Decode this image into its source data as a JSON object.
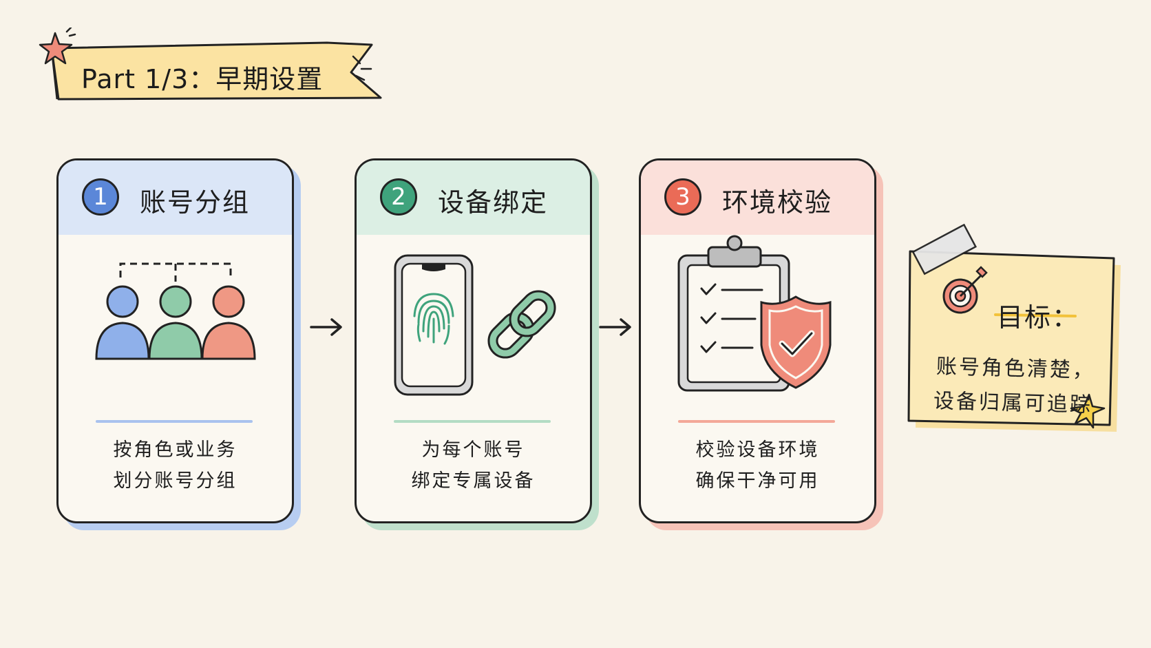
{
  "banner": {
    "title": "Part 1/3：早期设置"
  },
  "steps": [
    {
      "number": "1",
      "title": "账号分组",
      "desc_line1": "按角色或业务",
      "desc_line2": "划分账号分组",
      "illustration": "people-group-icon",
      "color": "#5b87d8",
      "head_color": "#dbe6f7",
      "shadow_color": "#b7cdf1"
    },
    {
      "number": "2",
      "title": "设备绑定",
      "desc_line1": "为每个账号",
      "desc_line2": "绑定专属设备",
      "illustration": "phone-fingerprint-link-icon",
      "color": "#3fa37c",
      "head_color": "#dcefe4",
      "shadow_color": "#bfe0cc"
    },
    {
      "number": "3",
      "title": "环境校验",
      "desc_line1": "校验设备环境",
      "desc_line2": "确保干净可用",
      "illustration": "clipboard-shield-icon",
      "color": "#ea6b57",
      "head_color": "#fbe0da",
      "shadow_color": "#f6c3b8"
    }
  ],
  "goal": {
    "title": "目标：",
    "line1": "账号角色清楚，",
    "line2": "设备归属可追踪",
    "icon": "target-arrow-icon",
    "note_color": "#fbeab8"
  },
  "colors": {
    "background": "#f8f3e9",
    "banner": "#fbe3a2",
    "ink": "#222222",
    "accent_yellow": "#f2c23a"
  }
}
